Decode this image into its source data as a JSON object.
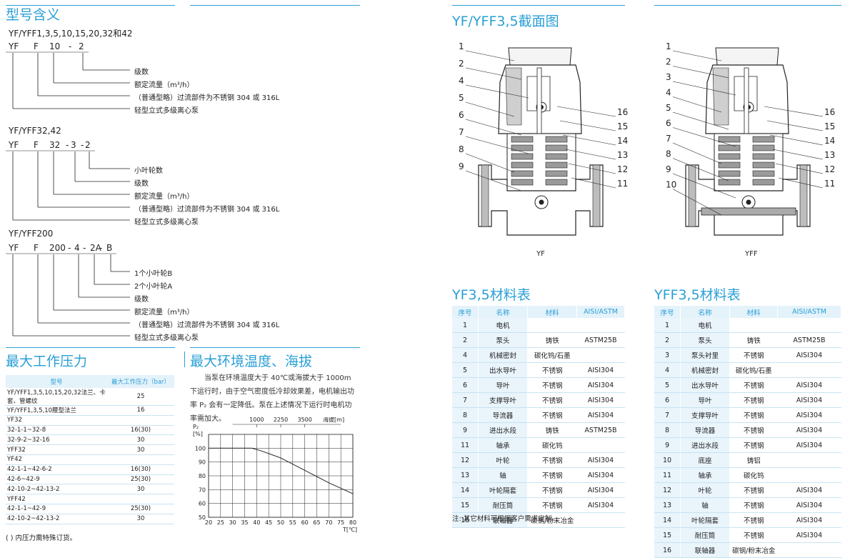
{
  "model": {
    "title": "型号含义",
    "groups": [
      {
        "heading": "YF/YFF1,3,5,10,15,20,32和42",
        "code": [
          "YF",
          "F",
          "10",
          "-",
          "2"
        ],
        "descriptions": [
          "级数",
          "额定流量（m³/h）",
          "（普通型略）过流部件为不锈钢 304 或 316L",
          "轻型立式多级离心泵"
        ]
      },
      {
        "heading": "YF/YFF32,42",
        "code": [
          "YF",
          "F",
          "32",
          "-",
          "3",
          "-",
          "2"
        ],
        "descriptions": [
          "小叶轮数",
          "级数",
          "额定流量（m³/h）",
          "（普通型略）过流部件为不锈钢 304 或 316L",
          "轻型立式多级离心泵"
        ]
      },
      {
        "heading": "YF/YFF200",
        "code": [
          "YF",
          "F",
          "200",
          "-",
          "4",
          "-",
          "2A",
          "-",
          "B"
        ],
        "descriptions": [
          "1个小叶轮B",
          "2个小叶轮A",
          "级数",
          "额定流量（m³/h）",
          "（普通型略）过流部件为不锈钢 304 或 316L",
          "轻型立式多级离心泵"
        ]
      }
    ]
  },
  "pressure": {
    "title": "最大工作压力",
    "headers": [
      "型号",
      "最大工作压力（bar）"
    ],
    "rows": [
      [
        "YF/YFF1,3,5,10,15,20,32法兰、卡套、管螺纹",
        "25"
      ],
      [
        "YF/YFF1,3,5,10腰型法兰",
        "16"
      ],
      [
        "YF32",
        ""
      ],
      [
        "32-1-1~32-8",
        "16(30)"
      ],
      [
        "32-9-2~32-16",
        "30"
      ],
      [
        "YFF32",
        "30"
      ],
      [
        "YF42",
        ""
      ],
      [
        "42-1-1~42-6-2",
        "16(30)"
      ],
      [
        "42-6~42-9",
        "25(30)"
      ],
      [
        "42-10-2~42-13-2",
        "30"
      ],
      [
        "YFF42",
        ""
      ],
      [
        "42-1-1~42-9",
        "25(30)"
      ],
      [
        "42-10-2~42-13-2",
        "30"
      ]
    ],
    "note": "( ) 内压力需特殊订货。"
  },
  "ambient": {
    "title": "最大环境温度、海拔",
    "paragraph": "当泵在环境温度大于 40℃或海拔大于 1000m 下运行时，由于空气密度低冷却效果差，电机输出功率 P₂ 会有一定降低。泵在上述情况下运行时电机功率需加大。"
  },
  "chart_data": {
    "type": "line",
    "title": "",
    "ylabel_top": "P₂",
    "ylabel_unit": "[%]",
    "xlabel": "T[℃]",
    "top_axis_label": "海拔[m]",
    "top_axis_ticks": [
      "1000",
      "2250",
      "3500"
    ],
    "top_axis_ticks_x": [
      40,
      50,
      60
    ],
    "x_ticks": [
      20,
      25,
      30,
      35,
      40,
      45,
      50,
      55,
      60,
      65,
      70,
      75,
      80
    ],
    "y_ticks": [
      50,
      60,
      70,
      80,
      90,
      100
    ],
    "xlim": [
      20,
      80
    ],
    "ylim": [
      50,
      110
    ],
    "grid": true,
    "series": [
      {
        "x": [
          20,
          38,
          42,
          50,
          60,
          70,
          80
        ],
        "y": [
          100,
          100,
          98,
          93,
          84,
          75,
          67
        ]
      }
    ]
  },
  "section": {
    "title": "YF/YFF3,5截面图",
    "drawings": [
      {
        "caption": "YF",
        "left_labels": [
          "1",
          "2",
          "4",
          "5",
          "6",
          "7",
          "8",
          "9"
        ],
        "right_labels": [
          "16",
          "15",
          "14",
          "13",
          "12",
          "11"
        ]
      },
      {
        "caption": "YFF",
        "left_labels": [
          "1",
          "2",
          "3",
          "4",
          "5",
          "6",
          "7",
          "8",
          "9",
          "10"
        ],
        "right_labels": [
          "16",
          "15",
          "14",
          "13",
          "12",
          "11"
        ]
      }
    ]
  },
  "yf_table": {
    "title": "YF3,5材料表",
    "headers": [
      "序号",
      "名称",
      "材料",
      "AISI/ASTM"
    ],
    "rows": [
      [
        "1",
        "电机",
        "",
        ""
      ],
      [
        "2",
        "泵头",
        "铸铁",
        "ASTM25B"
      ],
      [
        "4",
        "机械密封",
        "碳化钨/石墨",
        ""
      ],
      [
        "5",
        "出水导叶",
        "不锈钢",
        "AISI304"
      ],
      [
        "6",
        "导叶",
        "不锈钢",
        "AISI304"
      ],
      [
        "7",
        "支撑导叶",
        "不锈钢",
        "AISI304"
      ],
      [
        "8",
        "导流器",
        "不锈钢",
        "AISI304"
      ],
      [
        "9",
        "进出水段",
        "铸铁",
        "ASTM25B"
      ],
      [
        "11",
        "轴承",
        "碳化钨",
        ""
      ],
      [
        "12",
        "叶轮",
        "不锈钢",
        "AISI304"
      ],
      [
        "13",
        "轴",
        "不锈钢",
        "AISI304"
      ],
      [
        "14",
        "叶轮隔套",
        "不锈钢",
        "AISI304"
      ],
      [
        "15",
        "耐压筒",
        "不锈钢",
        "AISI304"
      ],
      [
        "16",
        "联轴器",
        "碳钢/粉末冶金",
        ""
      ]
    ],
    "note": "注: 其它材料可根据客户需求定制。"
  },
  "yff_table": {
    "title": "YFF3,5材料表",
    "headers": [
      "序号",
      "名称",
      "材料",
      "AISI/ASTM"
    ],
    "rows": [
      [
        "1",
        "电机",
        "",
        ""
      ],
      [
        "2",
        "泵头",
        "铸铁",
        "ASTM25B"
      ],
      [
        "3",
        "泵头衬里",
        "不锈钢",
        "AISI304"
      ],
      [
        "4",
        "机械密封",
        "碳化钨/石墨",
        ""
      ],
      [
        "5",
        "出水导叶",
        "不锈钢",
        "AISI304"
      ],
      [
        "6",
        "导叶",
        "不锈钢",
        "AISI304"
      ],
      [
        "7",
        "支撑导叶",
        "不锈钢",
        "AISI304"
      ],
      [
        "8",
        "导流器",
        "不锈钢",
        "AISI304"
      ],
      [
        "9",
        "进出水段",
        "不锈钢",
        "AISI304"
      ],
      [
        "10",
        "底座",
        "铸铝",
        ""
      ],
      [
        "11",
        "轴承",
        "碳化钨",
        ""
      ],
      [
        "12",
        "叶轮",
        "不锈钢",
        "AISI304"
      ],
      [
        "13",
        "轴",
        "不锈钢",
        "AISI304"
      ],
      [
        "14",
        "叶轮隔套",
        "不锈钢",
        "AISI304"
      ],
      [
        "15",
        "耐压筒",
        "不锈钢",
        "AISI304"
      ],
      [
        "16",
        "联轴器",
        "碳钢/粉末冶金",
        ""
      ]
    ]
  }
}
